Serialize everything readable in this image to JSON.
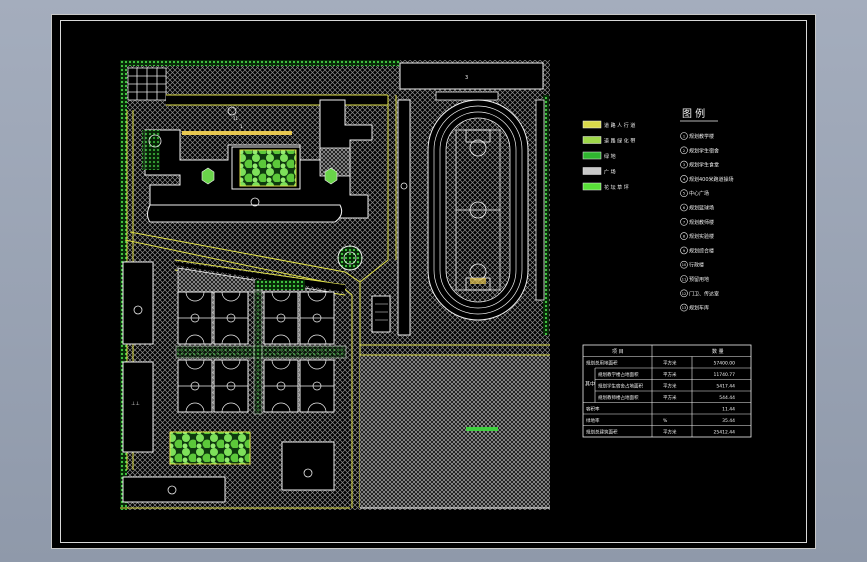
{
  "drawing": {
    "road_no": "1",
    "building_no": "3",
    "site_no": "11"
  },
  "legend": {
    "title": "图 例",
    "swatches": [
      {
        "label": "道 路 人 行 道",
        "color": "#d8d84a"
      },
      {
        "label": "道 路 绿 化 带",
        "color": "#9fd84a"
      },
      {
        "label": "绿 地",
        "color": "#2fb52f"
      },
      {
        "label": "广 场",
        "color": "#c8c8c8"
      },
      {
        "label": "花 坛 草 坪",
        "color": "#58e038"
      }
    ],
    "items": [
      {
        "no": "1",
        "label": "规划教学楼"
      },
      {
        "no": "2",
        "label": "规划学生宿舍"
      },
      {
        "no": "3",
        "label": "规划学生食堂"
      },
      {
        "no": "4",
        "label": "规划400米跑道操场"
      },
      {
        "no": "5",
        "label": "中心广场"
      },
      {
        "no": "6",
        "label": "规划篮球场"
      },
      {
        "no": "7",
        "label": "规划教师楼"
      },
      {
        "no": "8",
        "label": "规划实验楼"
      },
      {
        "no": "9",
        "label": "规划综合楼"
      },
      {
        "no": "10",
        "label": "行政楼"
      },
      {
        "no": "11",
        "label": "预留用地"
      },
      {
        "no": "12",
        "label": "门卫、传达室"
      },
      {
        "no": "13",
        "label": "规划车库"
      }
    ]
  },
  "table": {
    "headers": [
      "项 目",
      "",
      "数 量"
    ],
    "group_label": "其中",
    "rows": [
      {
        "name": "规划总用地面积",
        "unit": "平方米",
        "value": "57400.00"
      },
      {
        "name": "规划教学楼占地面积",
        "unit": "平方米",
        "value": "11740.77"
      },
      {
        "name": "规划学生宿舍占地面积",
        "unit": "平方米",
        "value": "5417.44"
      },
      {
        "name": "规划教师楼占地面积",
        "unit": "平方米",
        "value": "544.44"
      },
      {
        "name": "容积率",
        "unit": "",
        "value": "11.44"
      },
      {
        "name": "绿地率",
        "unit": "%",
        "value": "35.44"
      },
      {
        "name": "规划总建筑面积",
        "unit": "平方米",
        "value": "25412.44"
      }
    ]
  },
  "colors": {
    "background": "#000000",
    "hatch": "#b4b4b4",
    "road_edge": "#e0e048",
    "green": "#3ec93e",
    "white_line": "#f0f0f0"
  }
}
